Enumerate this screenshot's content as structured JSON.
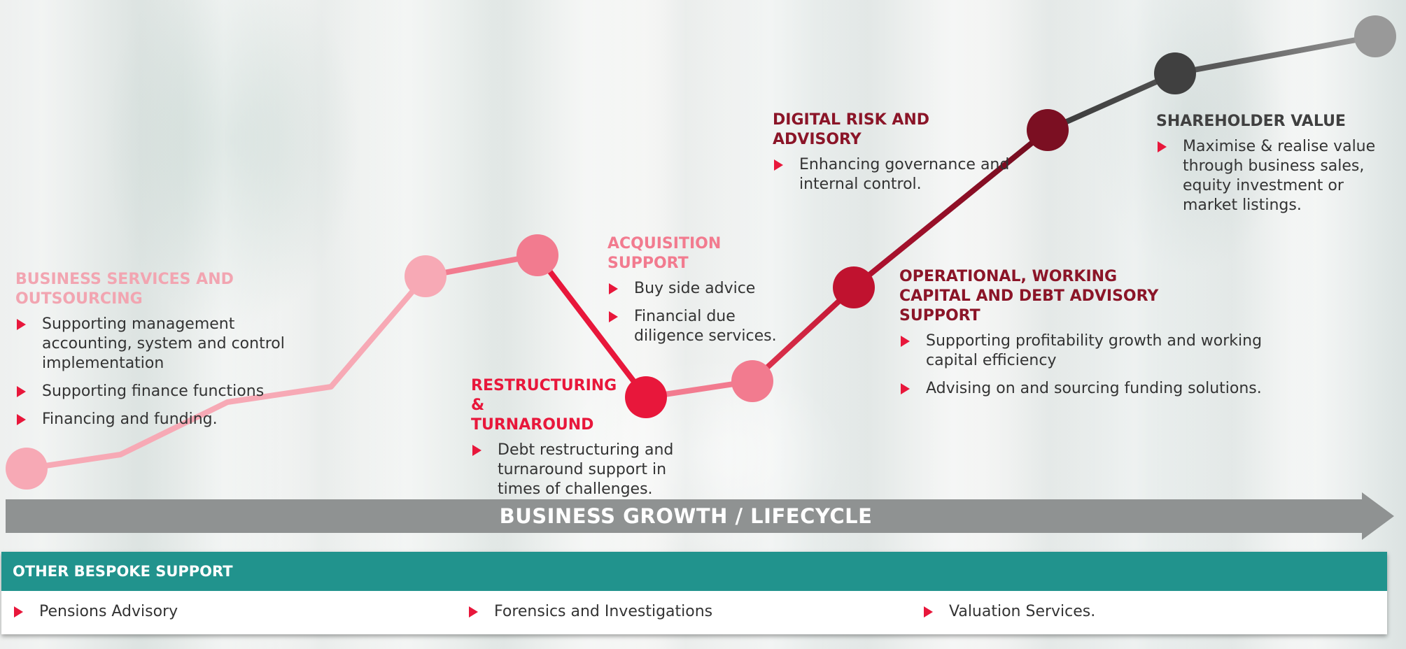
{
  "sections": [
    {
      "id": "business-services",
      "title": "BUSINESS SERVICES AND OUTSOURCING",
      "color": "#f2a5b1",
      "bullets": [
        "Supporting management accounting, system and control implementation",
        "Supporting finance functions",
        "Financing and funding."
      ]
    },
    {
      "id": "acquisition-support",
      "title": "ACQUISITION SUPPORT",
      "color": "#f27b8f",
      "bullets": [
        "Buy side advice",
        "Financial due diligence services."
      ]
    },
    {
      "id": "restructuring",
      "title": "RESTRUCTURING & TURNAROUND",
      "color": "#e8173b",
      "bullets": [
        "Debt restructuring and turnaround support in times of challenges."
      ]
    },
    {
      "id": "digital-risk",
      "title": "DIGITAL RISK AND ADVISORY",
      "color": "#8b1528",
      "bullets": [
        "Enhancing governance and internal control."
      ]
    },
    {
      "id": "operational",
      "title": "OPERATIONAL, WORKING CAPITAL AND DEBT ADVISORY SUPPORT",
      "color": "#8b1528",
      "bullets": [
        "Supporting profitability growth and working capital efficiency",
        "Advising on and sourcing funding solutions."
      ]
    },
    {
      "id": "shareholder-value",
      "title": "SHAREHOLDER VALUE",
      "color": "#404040",
      "bullets": [
        "Maximise & realise value through business sales, equity investment or market listings."
      ]
    }
  ],
  "arrow": {
    "label": "BUSINESS GROWTH / LIFECYCLE",
    "color": "#8f9292"
  },
  "other": {
    "title": "OTHER BESPOKE SUPPORT",
    "color": "#21938d",
    "items": [
      "Pensions Advisory",
      "Forensics and Investigations",
      "Valuation Services."
    ]
  },
  "colors": {
    "bullet": "#e8173b",
    "pale_pink": "#f7a9b5",
    "pink": "#f27b8f",
    "red": "#e8173b",
    "crimson": "#c0122f",
    "maroon": "#7b0f22",
    "dark_grey": "#404040",
    "grey": "#999999"
  }
}
